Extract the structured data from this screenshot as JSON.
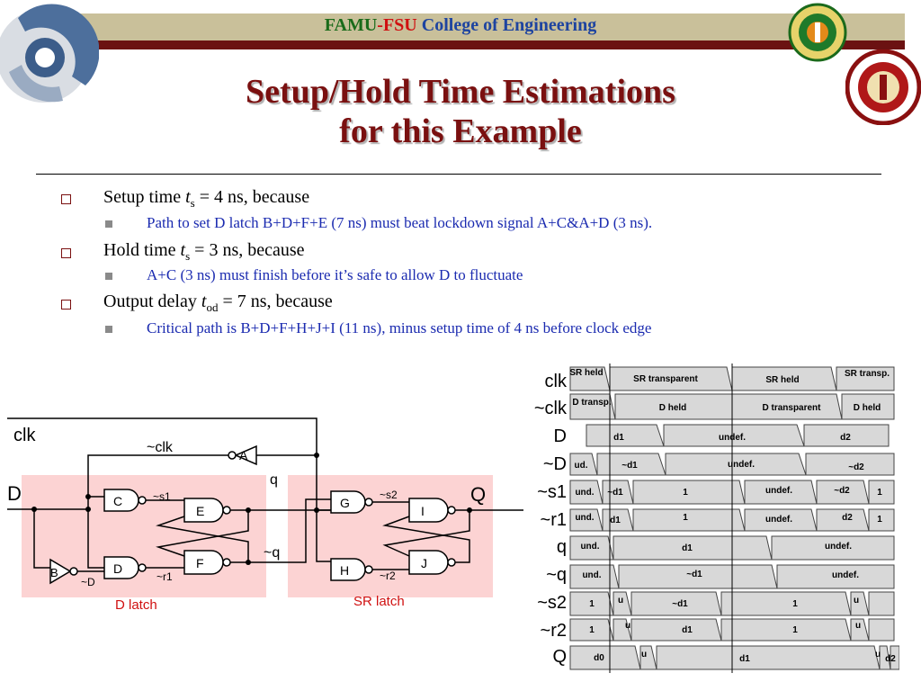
{
  "header": {
    "famu": "FAMU",
    "dash": "-",
    "fsu": "FSU",
    "college": " College of Engineering"
  },
  "logos": {
    "left": "eng-swirl-logo",
    "famu": "famu-seal",
    "fsu": "fsu-seal"
  },
  "title": {
    "line1": "Setup/Hold Time Estimations",
    "line2": "for this Example"
  },
  "bullets": [
    {
      "main_pre": "Setup time ",
      "var": "t",
      "sub": "s",
      "main_post": " = 4 ns, because",
      "sub_text": "Path to set D latch B+D+F+E (7 ns) must beat lockdown signal A+C&A+D (3 ns)."
    },
    {
      "main_pre": "Hold time ",
      "var": "t",
      "sub": "s",
      "main_post": " = 3 ns, because",
      "sub_text": "A+C (3 ns) must finish before it’s safe to allow D to fluctuate"
    },
    {
      "main_pre": "Output delay ",
      "var": "t",
      "sub": "od",
      "main_post": " = 7 ns, because",
      "sub_text": "Critical path is B+D+F+H+J+I (11 ns), minus setup time of 4 ns before clock edge"
    }
  ],
  "circuit": {
    "clk": "clk",
    "nclk": "~clk",
    "D": "D",
    "Q": "Q",
    "q": "q",
    "nq": "~q",
    "nD": "~D",
    "s1": "~s1",
    "r1": "~r1",
    "s2": "~s2",
    "r2": "~r2",
    "gates": {
      "A": "A",
      "B": "B",
      "C": "C",
      "D": "D",
      "E": "E",
      "F": "F",
      "G": "G",
      "H": "H",
      "I": "I",
      "J": "J"
    },
    "dlatch_label": "D latch",
    "srlatch_label": "SR latch"
  },
  "timing": {
    "signals": [
      "clk",
      "~clk",
      "D",
      "~D",
      "~s1",
      "~r1",
      "q",
      "~q",
      "~s2",
      "~r2",
      "Q"
    ],
    "clk_labels": [
      "SR held",
      "SR transparent",
      "SR held",
      "SR transp."
    ],
    "nclk_labels": [
      "D transp.",
      "D held",
      "D transparent",
      "D held"
    ],
    "D_labels": [
      "d1",
      "undef.",
      "d2"
    ],
    "nD_labels": [
      "ud.",
      "~d1",
      "undef.",
      "~d2"
    ],
    "s1_labels": [
      "und.",
      "~d1",
      "1",
      "undef.",
      "~d2",
      "1"
    ],
    "r1_labels": [
      "und.",
      "d1",
      "1",
      "undef.",
      "d2",
      "1"
    ],
    "q_labels": [
      "und.",
      "d1",
      "undef."
    ],
    "nq_labels": [
      "und.",
      "~d1",
      "undef."
    ],
    "s2_labels": [
      "1",
      "u",
      "~d1",
      "1",
      "u"
    ],
    "r2_labels": [
      "1",
      "u",
      "d1",
      "1",
      "u"
    ],
    "Q_labels": [
      "d0",
      "u",
      "d1",
      "u",
      "d2"
    ]
  }
}
